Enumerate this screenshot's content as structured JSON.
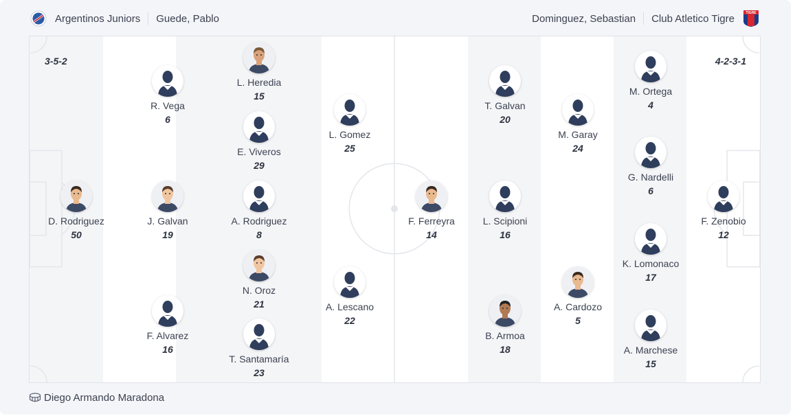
{
  "header": {
    "home_team": "Argentinos Juniors",
    "home_coach": "Guede, Pablo",
    "away_coach": "Dominguez, Sebastian",
    "away_team": "Club Atletico Tigre",
    "home_logo_icon": "argentinos-crest-icon",
    "away_logo_icon": "tigre-crest-icon",
    "away_logo_text": "TIGRE"
  },
  "home": {
    "formation": "3-5-2",
    "players": [
      {
        "name": "D. Rodriguez",
        "number": "50",
        "photo": true
      },
      {
        "name": "R. Vega",
        "number": "6",
        "photo": false
      },
      {
        "name": "J. Galvan",
        "number": "19",
        "photo": true
      },
      {
        "name": "F. Alvarez",
        "number": "16",
        "photo": false
      },
      {
        "name": "L. Heredia",
        "number": "15",
        "photo": true
      },
      {
        "name": "E. Viveros",
        "number": "29",
        "photo": false
      },
      {
        "name": "A. Rodriguez",
        "number": "8",
        "photo": false
      },
      {
        "name": "N. Oroz",
        "number": "21",
        "photo": true
      },
      {
        "name": "T. Santamaría",
        "number": "23",
        "photo": false
      },
      {
        "name": "L. Gomez",
        "number": "25",
        "photo": false
      },
      {
        "name": "A. Lescano",
        "number": "22",
        "photo": false
      }
    ]
  },
  "away": {
    "formation": "4-2-3-1",
    "players": [
      {
        "name": "F. Ferreyra",
        "number": "14",
        "photo": true
      },
      {
        "name": "T. Galvan",
        "number": "20",
        "photo": false
      },
      {
        "name": "L. Scipioni",
        "number": "16",
        "photo": false
      },
      {
        "name": "B. Armoa",
        "number": "18",
        "photo": true
      },
      {
        "name": "M. Garay",
        "number": "24",
        "photo": false
      },
      {
        "name": "A. Cardozo",
        "number": "5",
        "photo": true
      },
      {
        "name": "M. Ortega",
        "number": "4",
        "photo": false
      },
      {
        "name": "G. Nardelli",
        "number": "6",
        "photo": false
      },
      {
        "name": "K. Lomonaco",
        "number": "17",
        "photo": false
      },
      {
        "name": "A. Marchese",
        "number": "15",
        "photo": false
      },
      {
        "name": "F. Zenobio",
        "number": "12",
        "photo": false
      }
    ]
  },
  "footer": {
    "stadium": "Diego Armando Maradona",
    "stadium_icon": "stadium-icon"
  },
  "colors": {
    "pitch_stripe": "#f4f5f7",
    "pitch_line": "#e3e6eb",
    "silhouette": "#2f3e5c",
    "text": "#3b4150"
  }
}
